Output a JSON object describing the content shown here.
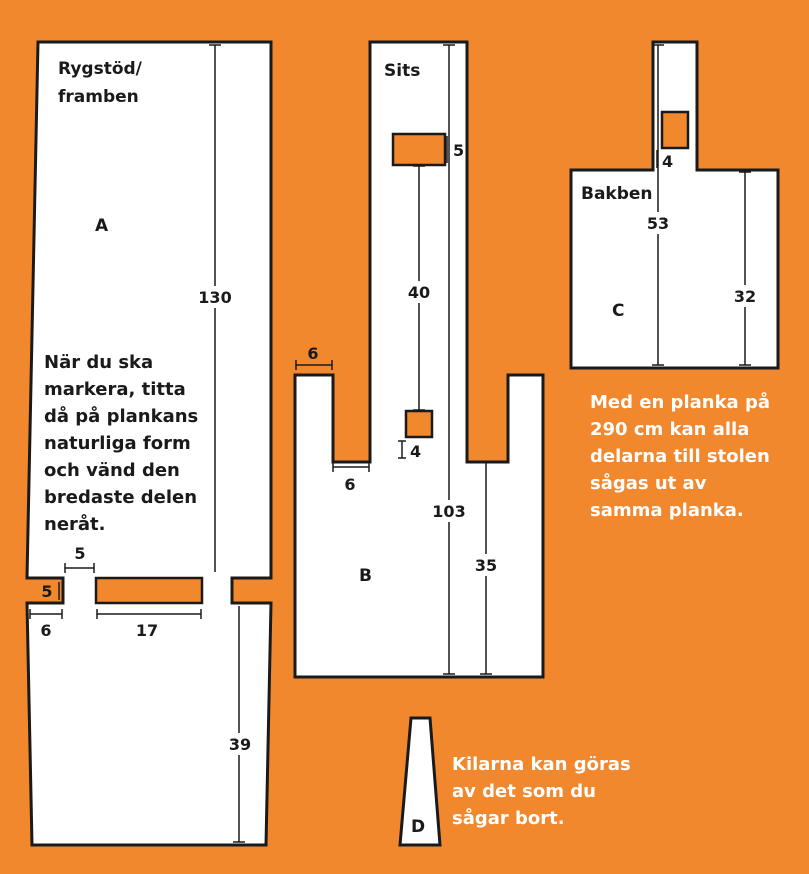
{
  "colors": {
    "background": "#F2882D",
    "piece_fill": "#FFFFFF",
    "outline": "#1A1A1A",
    "note_text": "#FFFFFF"
  },
  "pieces": {
    "A": {
      "letter": "A",
      "title_line1": "Rygstöd/",
      "title_line2": "framben",
      "dims": {
        "total": "130",
        "lower": "39",
        "notch_h": "5",
        "notch_w": "5",
        "slot_offset": "6",
        "slot_len": "17"
      }
    },
    "B": {
      "letter": "B",
      "title": "Sits",
      "dims": {
        "top_hole": "5",
        "between": "40",
        "bottom_hole": "4",
        "leg_w": "6",
        "inner_w": "6",
        "total": "103",
        "lower": "35"
      }
    },
    "C": {
      "letter": "C",
      "title": "Bakben",
      "dims": {
        "hole": "4",
        "total": "53",
        "lower": "32"
      }
    },
    "D": {
      "letter": "D"
    }
  },
  "notes": {
    "marking": [
      "När du ska",
      "markera, titta",
      "då på plankans",
      "naturliga form",
      "och vänd den",
      "bredaste delen",
      "neråt."
    ],
    "plank": [
      "Med en planka på",
      "290 cm kan alla",
      "delarna till stolen",
      "sågas ut av",
      "samma planka."
    ],
    "wedges": [
      "Kilarna kan göras",
      "av det som du",
      "sågar bort."
    ]
  }
}
